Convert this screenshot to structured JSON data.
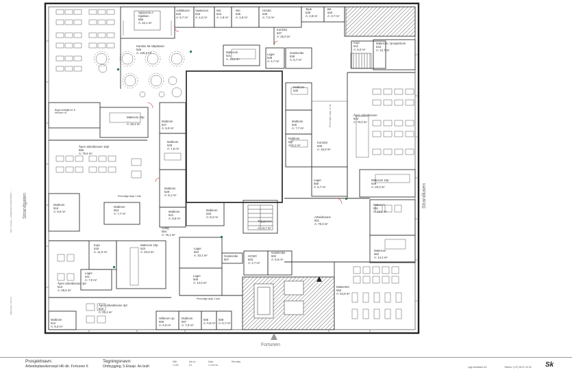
{
  "rooms": [
    {
      "id": "kjokken",
      "text": "Spiserom A\nKjøkken\n580\nA: 22,1 m²"
    },
    {
      "id": "avfallsrom",
      "text": "Avfallsrom\n532\nA: 5,7 m²"
    },
    {
      "id": "vaskerom",
      "text": "Vaskerom\n533\nA: 4,2 m²"
    },
    {
      "id": "wc-534",
      "text": "WC\n534\nA: 1,8 m²"
    },
    {
      "id": "wc-535",
      "text": "WC\n535\nA: 1,8 m²"
    },
    {
      "id": "hcwc-536",
      "text": "HCWC\n536\nA: 7,2 m²"
    },
    {
      "id": "tank-539",
      "text": "Tank\n539\nA: 2,8 m²"
    },
    {
      "id": "bk-540",
      "text": "BK\n540\nA: 3,7 m²"
    },
    {
      "id": "korridor-537",
      "text": "Korridor\n537\nA: 25,0 m²"
    },
    {
      "id": "kantine",
      "text": "Kantine 65 sittplasser\n526\nA: 128,0 m²"
    },
    {
      "id": "moterom-531",
      "text": "Møterom\n531\nA: 10,6 m²"
    },
    {
      "id": "lager-538",
      "text": "Lager\n538\nA: 4,7 m²"
    },
    {
      "id": "garderobe-539",
      "text": "Garderobe\n539\nA: 6,7 m²"
    },
    {
      "id": "kopi-541",
      "text": "Kopi\n541\nA: 6,0 m²"
    },
    {
      "id": "moterom-543",
      "text": "Møterom / prosjektrom\n543\nA: 12,7 m²"
    },
    {
      "id": "note-left",
      "text": "Bygd inntilgitt for å\nhevrom t.b."
    },
    {
      "id": "moterom-10p-w",
      "text": "Møterom 10p\n...\nA: 20,2 m²"
    },
    {
      "id": "multirom-527",
      "text": "Multirom\n527\nA: 6,0 m²"
    },
    {
      "id": "multirom-528",
      "text": "Multirom\n528\nA: 7,6 m²"
    },
    {
      "id": "apen-555",
      "text": "Åpen arbeidssone 10pl\n555\nA: 76,6 m²"
    },
    {
      "id": "multirom-529",
      "text": "Multirom\n529\nA: 8,1 m²"
    },
    {
      "id": "multirom-546",
      "text": "Multirom\n546\nA: 7,7 m²"
    },
    {
      "id": "multirom-547",
      "text": "Multirom\n547\nA: 8,1 m²"
    },
    {
      "id": "multirom-top-e",
      "text": "Multirom\n545"
    },
    {
      "id": "korridor-548",
      "text": "Korridor\n548\nA: 33,9 m²"
    },
    {
      "id": "apen-544",
      "text": "Åpen arbeidssone\n544\nA: 70,0 m²"
    },
    {
      "id": "lager-556",
      "text": "Lager\n556\nA: 6,7 m²"
    },
    {
      "id": "moterom-10p-e",
      "text": "Møterom 10p\n549\nA: 20,0 m²"
    },
    {
      "id": "multirom-516",
      "text": "Multirom\n516\nA: 9,0 m²"
    },
    {
      "id": "multirom-554",
      "text": "Multirom\n554\nA: 7,7 m²"
    },
    {
      "id": "multirom-521",
      "text": "Multirom\n521\nA: 8,6 m²"
    },
    {
      "id": "multirom-520",
      "text": "Multirom\n520\nA: 8,2 m²"
    },
    {
      "id": "trapperom",
      "text": "Trapperom\n...\nA: 13,7 m²"
    },
    {
      "id": "arbeidsrom-501",
      "text": "Arbeidssone\n501\nA: 79,3 m²"
    },
    {
      "id": "moterom-551",
      "text": "Møterom\n551\nA: 13,2 m²"
    },
    {
      "id": "gang-594",
      "text": "Gang\n594\nA: 76,1 m²"
    },
    {
      "id": "kopi-518",
      "text": "Kopi\n518\nA: 11,0 m²"
    },
    {
      "id": "moterom-10p-522",
      "text": "Møterom 10p\n522\nA: 20,0 m²"
    },
    {
      "id": "lager-504",
      "text": "Lager\n504\nA: 10,1 m²"
    },
    {
      "id": "garderobe-507",
      "text": "Garderobe\n507"
    },
    {
      "id": "hcwc-503",
      "text": "HCWC\n503\nA: 4,7 m²"
    },
    {
      "id": "garderobe-502",
      "text": "Garderobe\n502\nA: 5,6 m²"
    },
    {
      "id": "moterom-552",
      "text": "Møterom\n552\nA: 14,4 m²"
    },
    {
      "id": "lager-511",
      "text": "Lager\n511\nA: 7,0 m²"
    },
    {
      "id": "lager-506",
      "text": "Lager\n506\nA: 14,0 m²"
    },
    {
      "id": "apen-4pl",
      "text": "Åpen arbeidssone 4pl\n513\nA: 28,6 m²"
    },
    {
      "id": "apen-3pl",
      "text": "Åpen arbeidssone 3pl\n510\nA: 25,4 m²"
    },
    {
      "id": "matsenter",
      "text": "Matsenter\n553\nA: 54,8 m²"
    },
    {
      "id": "multirom-512",
      "text": "Multirom\n512\nA: 9,3 m²"
    },
    {
      "id": "stillerom",
      "text": "Stillerom 1p\n509\nA: 6,0 m²"
    },
    {
      "id": "multirom-507",
      "text": "Multirom\n507\nA: 7,0 m²"
    },
    {
      "id": "rom-505",
      "text": "505\nA: 5,6 m²"
    },
    {
      "id": "rom-508",
      "text": "508\nA: 5,7 m²"
    },
    {
      "id": "note-stair-s",
      "text": "Personlige skap 1 kolo"
    },
    {
      "id": "note-stair-w",
      "text": "Personlige skap 1 kolo"
    },
    {
      "id": "note-skap-e",
      "text": "Personlige skap 11 stk"
    }
  ],
  "site": {
    "west_street": "Strandgaten",
    "east_street": "Strandkaien",
    "south_street": "Fortunen",
    "margin_note_1": "Plan: 5 Etasje  –  ARBEIDSPLASSKONSEPT  –  ...",
    "margin_note_2": "Målestokk 1:100 A1"
  },
  "title_block": {
    "project_label": "Prosjektnavn:",
    "project_value": "Arbeidsplasskonsept HK-dir. Fortunen 6",
    "drawing_label": "Tegningsnavn:",
    "drawing_value": "Ombygging, 5.Etasje. As built",
    "scale_label": "Mål:",
    "scale_value": "1:100",
    "sheet_label": "Ark.nr.:",
    "sheet_value": "A1",
    "date_label": "Dato:",
    "date_value": "1.3.20.2a",
    "rev_label": "Rev.dato",
    "company": "Lygh Arkitekter AS",
    "phone": "Telefon: (+47) 55 57 34 00",
    "logo_text": "Sk"
  },
  "colors": {
    "wall": "#222222",
    "line": "#444444",
    "hatch": "#555555",
    "door_accent": "#c0392b",
    "marker": "#2e7d5b"
  }
}
